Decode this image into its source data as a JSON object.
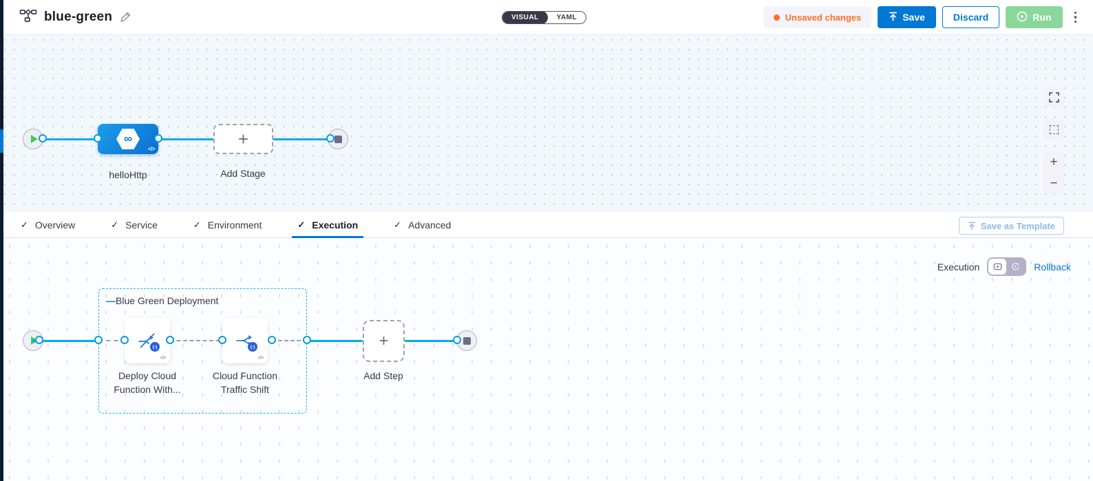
{
  "header": {
    "pipeline_title": "blue-green",
    "view_toggle": {
      "visual_label": "VISUAL",
      "yaml_label": "YAML",
      "selected": "VISUAL"
    },
    "unsaved_changes_label": "Unsaved changes",
    "save_label": "Save",
    "discard_label": "Discard",
    "run_label": "Run"
  },
  "stage_graph": {
    "stage_label": "helloHttp",
    "add_stage_label": "Add Stage"
  },
  "tab_bar": {
    "tabs": [
      {
        "label": "Overview"
      },
      {
        "label": "Service"
      },
      {
        "label": "Environment"
      },
      {
        "label": "Execution"
      },
      {
        "label": "Advanced"
      }
    ],
    "active_tab": "Execution",
    "save_as_template_label": "Save as Template"
  },
  "execution_graph": {
    "mode_label": "Execution",
    "rollback_label": "Rollback",
    "group_title": "Blue Green Deployment",
    "steps": [
      {
        "label": "Deploy Cloud Function With..."
      },
      {
        "label": "Cloud Function Traffic Shift"
      }
    ],
    "add_step_label": "Add Step"
  },
  "icons": {
    "plus": "+",
    "check": "✓",
    "code": "</>",
    "infinity": "∞",
    "collapse_dash": "—",
    "badge": "(-)",
    "zoom_in": "+",
    "zoom_out": "−"
  },
  "colors": {
    "accent_blue": "#0278d5",
    "connector_cyan": "#00ade4",
    "unsaved_orange": "#ff7020",
    "run_green": "#8ad79b"
  }
}
